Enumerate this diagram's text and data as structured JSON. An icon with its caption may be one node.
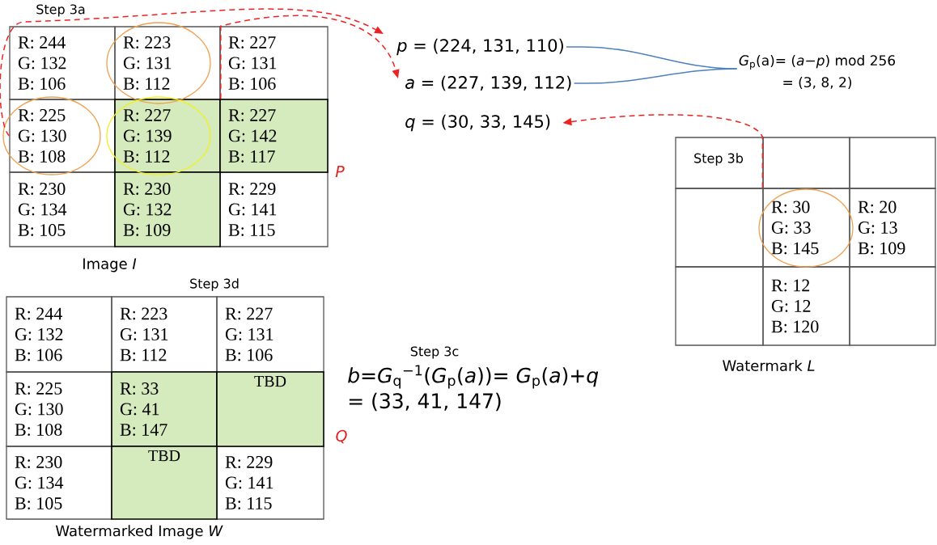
{
  "diagram": {
    "nodes": [
      {
        "text": [
          "R: 244 G: 132 B: 106"
        ]
      },
      {
        "text": [
          "R: 223 G: 131 B: 112"
        ]
      },
      {
        "text": [
          "R: 227 G: 131 B: 106"
        ]
      },
      {
        "text": [
          "R: 225 G: 130 B: 108"
        ]
      },
      {
        "text": [
          "R: 227 G: 139 B: 112"
        ]
      },
      {
        "text": [
          "R: 227 G: 142 B: 117"
        ]
      },
      {
        "text": [
          "R: 230 G: 134 B: 105"
        ]
      },
      {
        "text": [
          "R: 230 G: 132 B: 109"
        ]
      },
      {
        "text": [
          "R: 229 G: 141 B: 115"
        ]
      },
      {
        "text": [
          "*p* = (224, 131, 110)"
        ]
      },
      {
        "text": [
          "*a* = (227, 139, 112)"
        ]
      },
      {
        "text": [
          "*G*$_{p}$(a)= (*a*−*p*) mod 256",
          "= (3, 8, 2)"
        ]
      },
      {
        "text": [
          "*q* = (30, 33, 145)"
        ]
      },
      {
        "text": [],
        "shape": "box"
      },
      {
        "text": [],
        "shape": "box"
      },
      {
        "text": [],
        "shape": "box"
      },
      {
        "text": [],
        "shape": "box"
      },
      {
        "text": [
          "R: 30 G: 33 B: 145"
        ]
      },
      {
        "text": [
          "R: 20 G: 13 B: 109"
        ]
      },
      {
        "text": [],
        "shape": "box"
      },
      {
        "text": [
          "R: 12 G: 12 B: 120"
        ]
      },
      {
        "text": [],
        "shape": "box"
      },
      {
        "text": [
          "R: 244 G: 132 B: 106"
        ]
      },
      {
        "text": [
          "R: 223 G: 131 B: 112"
        ]
      },
      {
        "text": [
          "R: 227 G: 131 B: 106"
        ]
      },
      {
        "text": [
          "R: 225 G: 130 B: 108"
        ]
      },
      {
        "text": [
          "R: 33 G: 41 B: 147"
        ]
      },
      {
        "text": [
          "TBD"
        ]
      },
      {
        "text": [
          "R: 230 G: 134 B: 105"
        ]
      },
      {
        "text": [
          "TBD"
        ]
      },
      {
        "text": [
          "R: 229 G: 141 B: 115"
        ]
      }
    ],
    "edges": [
      {
        "from": 3,
        "to": 9,
        "arrow": "to",
        "style": "dashed",
        "color": "#ee2222"
      },
      {
        "from": 4,
        "to": 10,
        "arrow": "to",
        "style": "dashed",
        "color": "#ee2222"
      },
      {
        "from": 9,
        "to": 11,
        "arrow": "none",
        "color": "#4f81bd"
      },
      {
        "from": 10,
        "to": 11,
        "arrow": "none",
        "color": "#4f81bd"
      },
      {
        "from": 17,
        "to": 12,
        "arrow": "to",
        "style": "dashed",
        "color": "#ee2222"
      }
    ],
    "labels": [
      "Step 3a",
      "P",
      "Image *I*",
      "Step 3b",
      "Step 3d",
      "Step 3c",
      "*b*=*G*$_{q}$$^{−1}$(*G*$_{p}$(*a*))= *G*$_{p}$(*a*)+*q*",
      "= (33, 41, 147)",
      "Watermark *L*",
      "Q",
      "Watermarked Image *W*"
    ]
  }
}
